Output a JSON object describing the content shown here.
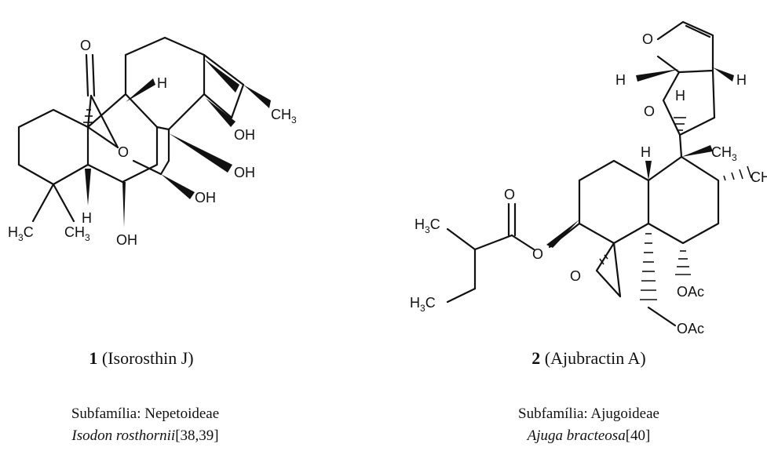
{
  "compounds": [
    {
      "number": "1",
      "name": "(Isorosthin J)",
      "subfamily_label": "Subfamília:",
      "subfamily": "Nepetoideae",
      "species": "Isodon rosthornii",
      "refs": "[38,39]"
    },
    {
      "number": "2",
      "name": "(Ajubractin A)",
      "subfamily_label": "Subfamília:",
      "subfamily": "Ajugoideae",
      "species": "Ajuga bracteosa",
      "refs": "[40]"
    }
  ],
  "atom_labels": {
    "oxygen": "O",
    "hydrogen": "H",
    "hydroxyl": "OH",
    "acetoxy": "OAc",
    "methyl_c": "CH",
    "methyl_c_left": "H",
    "methyl_sub": "3",
    "methyl_c_end": "C"
  }
}
